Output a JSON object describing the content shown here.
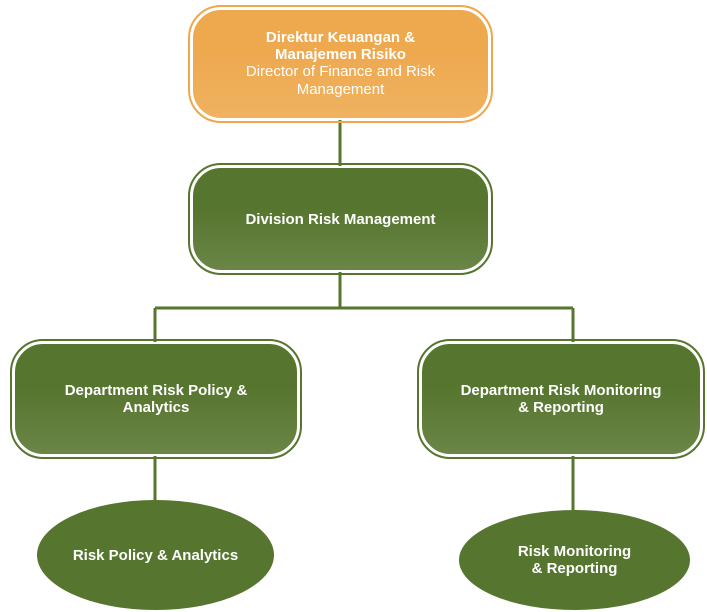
{
  "colors": {
    "orange": "#eea94f",
    "orange_outline": "#efa74b",
    "green": "#56752e",
    "green_outline": "#56752e",
    "connector": "#56752e",
    "text": "#ffffff"
  },
  "nodes": {
    "director": {
      "title_line1": "Direktur Keuangan &",
      "title_line2": "Manajemen Risiko",
      "subtitle_line1": "Director of Finance and Risk",
      "subtitle_line2": "Management"
    },
    "division": {
      "label": "Division Risk Management"
    },
    "dept_policy": {
      "label_line1": "Department Risk Policy &",
      "label_line2": "Analytics"
    },
    "dept_monitoring": {
      "label_line1": "Department Risk Monitoring",
      "label_line2": "& Reporting"
    },
    "unit_policy": {
      "label": "Risk Policy & Analytics"
    },
    "unit_monitoring": {
      "label_line1": "Risk Monitoring",
      "label_line2": "& Reporting"
    }
  }
}
